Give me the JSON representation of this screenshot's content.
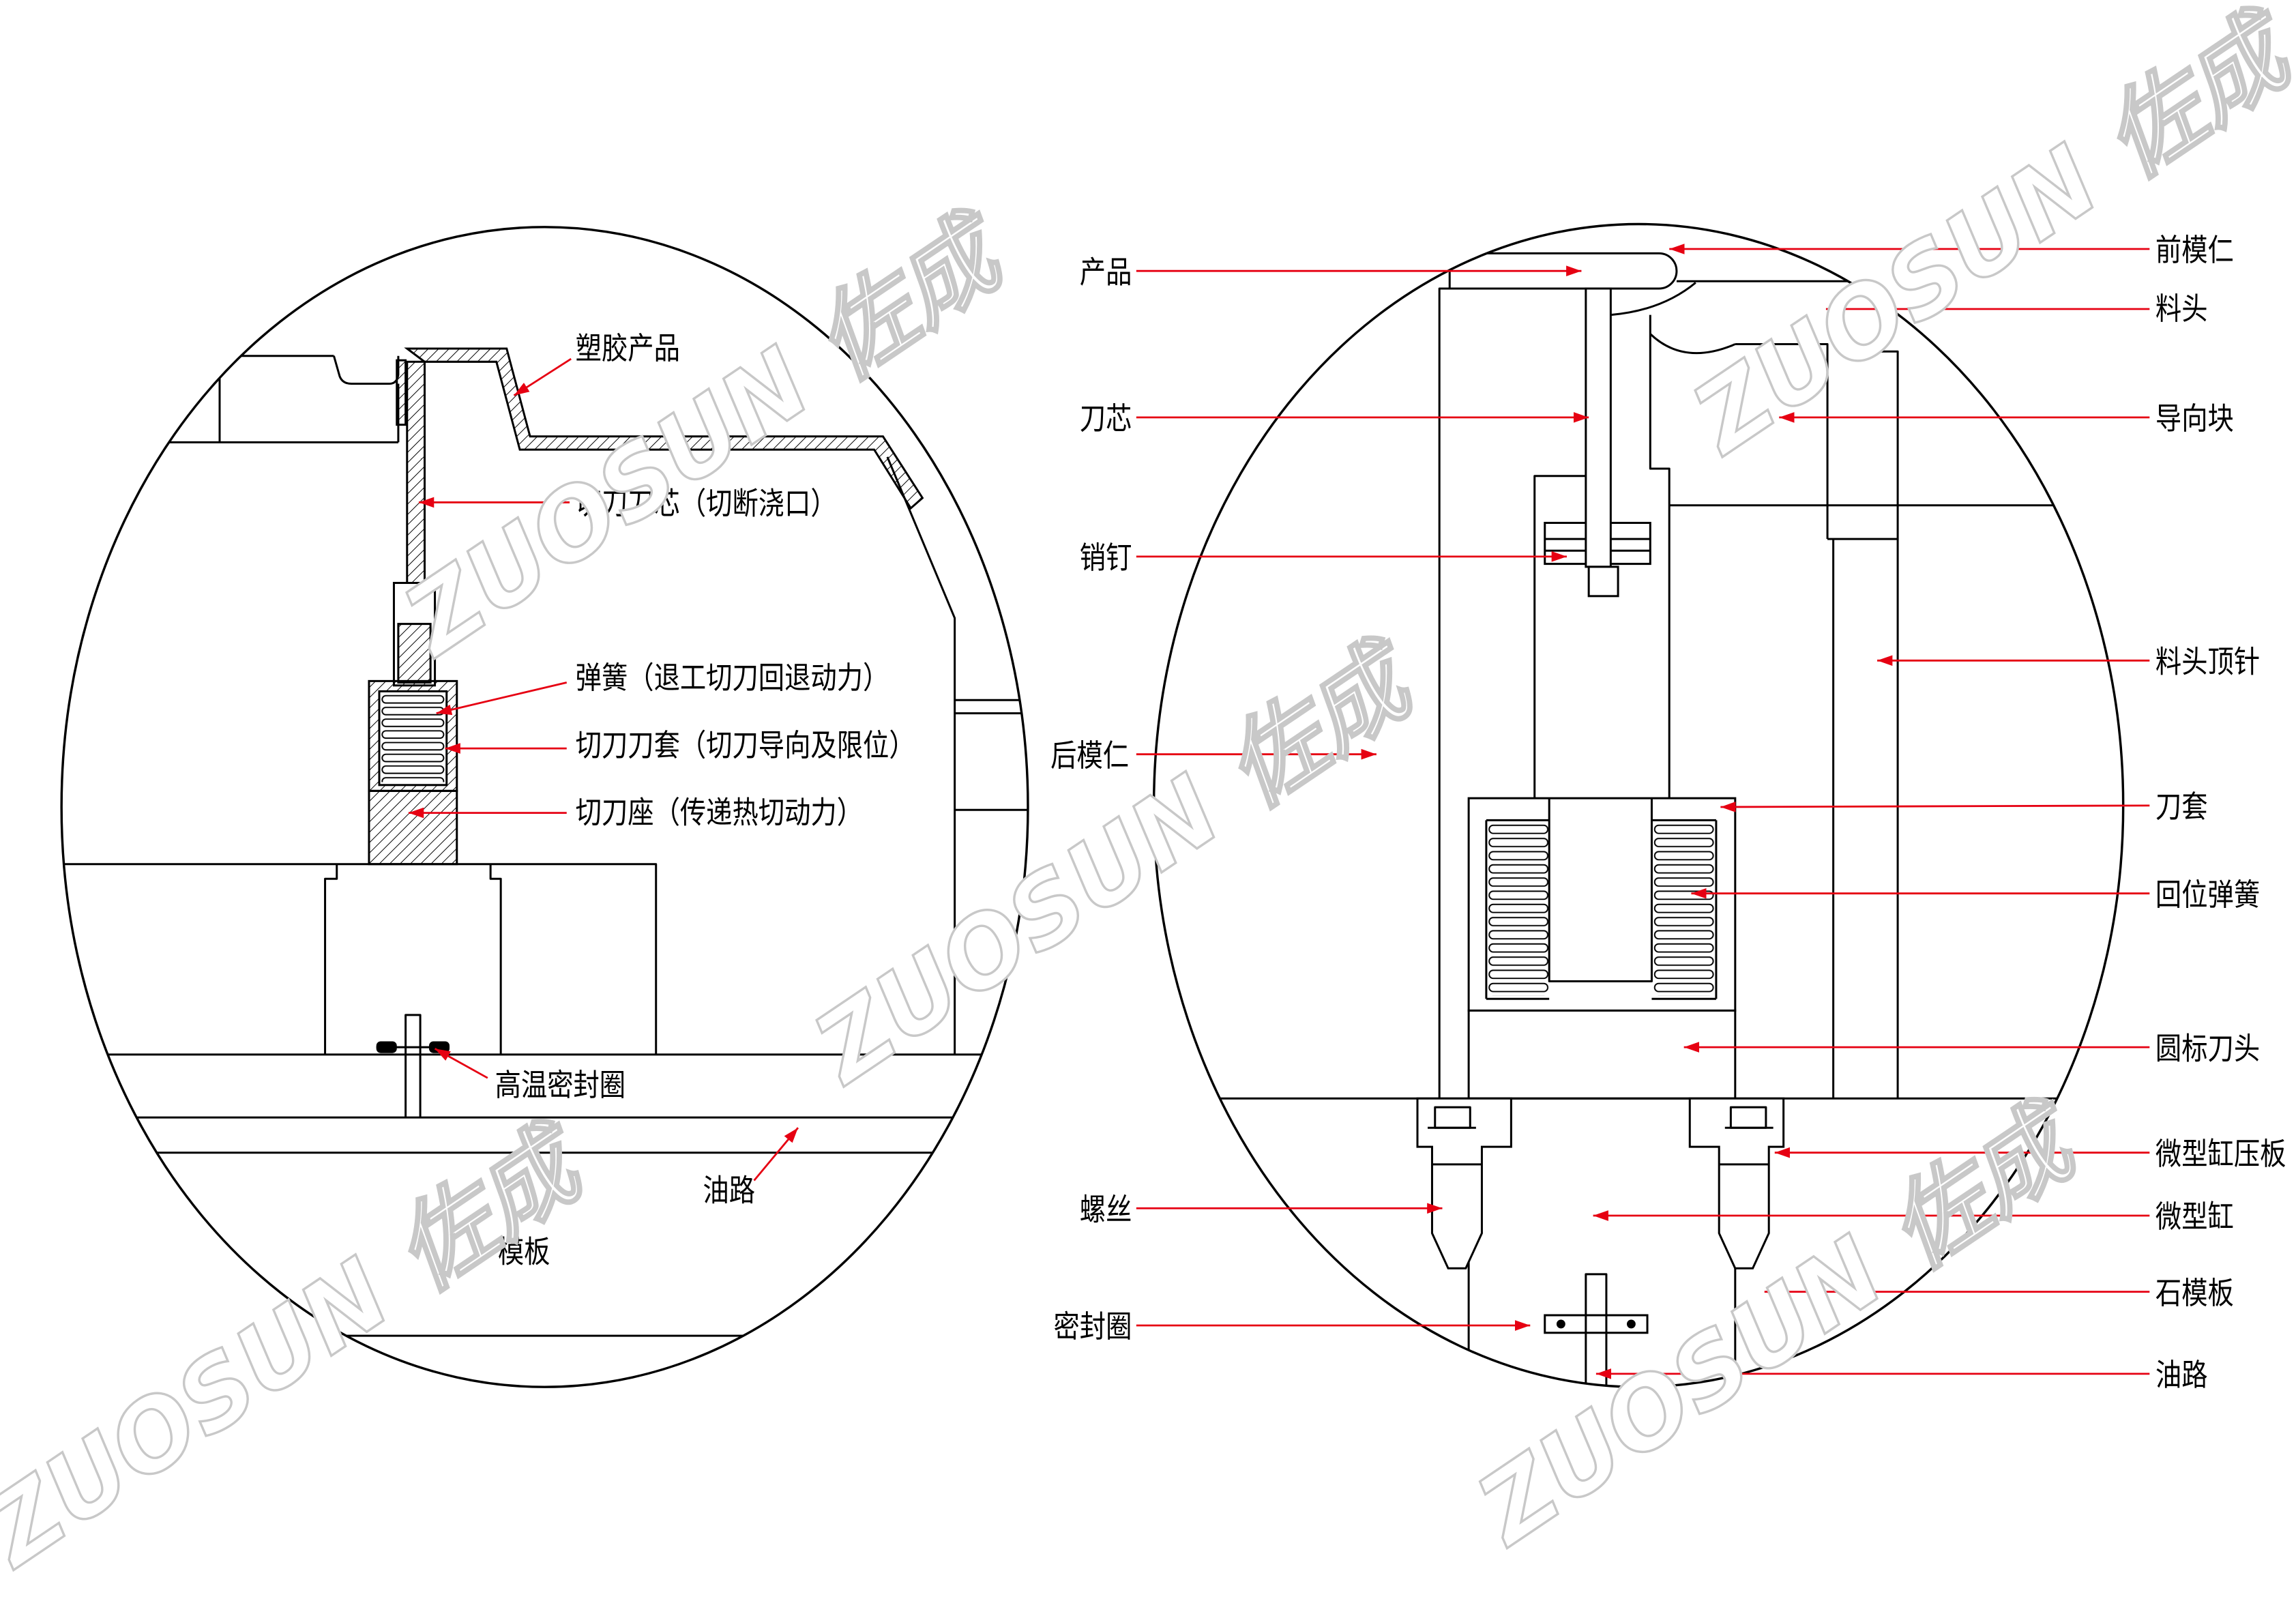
{
  "left_diagram": {
    "labels": {
      "plastic_product": "塑胶产品",
      "cutter_core": "切刀刀芯（切断浇口）",
      "spring": "弹簧（退工切刀回退动力）",
      "cutter_sleeve": "切刀刀套（切刀导向及限位）",
      "cutter_seat": "切刀座（传递热切动力）",
      "seal_ring": "高温密封圈",
      "oil_path": "油路",
      "template": "模板"
    }
  },
  "right_diagram": {
    "left_labels": {
      "product": "产品",
      "cutter_core": "刀芯",
      "dowel_pin": "销钉",
      "rear_mold_insert": "后模仁",
      "screw": "螺丝",
      "seal_ring": "密封圈"
    },
    "right_labels": {
      "front_mold_insert": "前模仁",
      "runner": "料头",
      "guide_block": "导向块",
      "runner_ejector_pin": "料头顶针",
      "cutter_sleeve": "刀套",
      "return_spring": "回位弹簧",
      "round_cutter_head": "圆标刀头",
      "cylinder_press_plate": "微型缸压板",
      "micro_cylinder": "微型缸",
      "mold_plate": "石模板",
      "oil_path": "油路"
    }
  },
  "watermark": {
    "text": "ZUOSUN 佐成"
  },
  "colors": {
    "line": "#000000",
    "arrow": "#e60012",
    "watermark": "#c8c8c8",
    "background": "#ffffff"
  }
}
